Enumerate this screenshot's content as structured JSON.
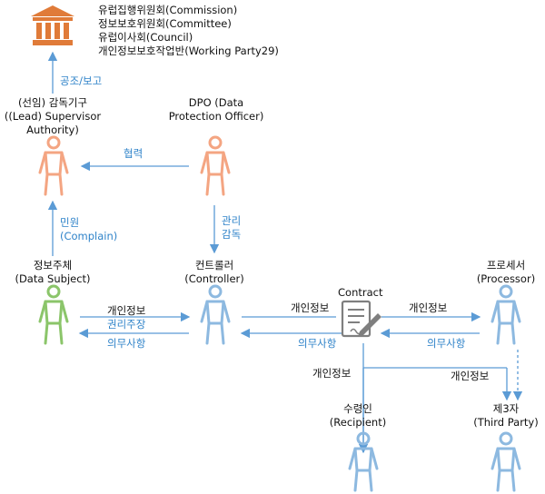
{
  "institutions": {
    "line1": "유럽집행위원회(Commission)",
    "line2": "정보보호위원회(Committee)",
    "line3": "유럽이사회(Council)",
    "line4": "개인정보보호작업반(Working Party29)"
  },
  "supervisor": {
    "line1": "(선임) 감독기구",
    "line2": "((Lead) Supervisor",
    "line3": "Authority)"
  },
  "dpo": {
    "line1": "DPO (Data",
    "line2": "Protection Officer)"
  },
  "subject": {
    "line1": "정보주체",
    "line2": "(Data Subject)"
  },
  "controller": {
    "line1": "컨트롤러",
    "line2": "(Controller)"
  },
  "processor": {
    "line1": "프로세서",
    "line2": "(Processor)"
  },
  "recipient": {
    "line1": "수령인",
    "line2": "(Recipient)"
  },
  "third_party": {
    "line1": "제3자",
    "line2": "(Third Party)"
  },
  "contract": {
    "label": "Contract"
  },
  "edges": {
    "cooperation_report": "공조/보고",
    "cooperation": "협력",
    "complaint_ko": "민원",
    "complaint_en": "(Complain)",
    "manage_1": "관리",
    "manage_2": "감독",
    "personal_info": "개인정보",
    "rights_claim": "권리주장",
    "obligations": "의무사항"
  },
  "colors": {
    "arrow": "#5b9bd5",
    "blue_text": "#2f83c9",
    "building": "#e07b39",
    "supervisor_figure": "#f4a582",
    "subject_figure": "#8bc56a",
    "person_figure": "#8db9e0"
  }
}
